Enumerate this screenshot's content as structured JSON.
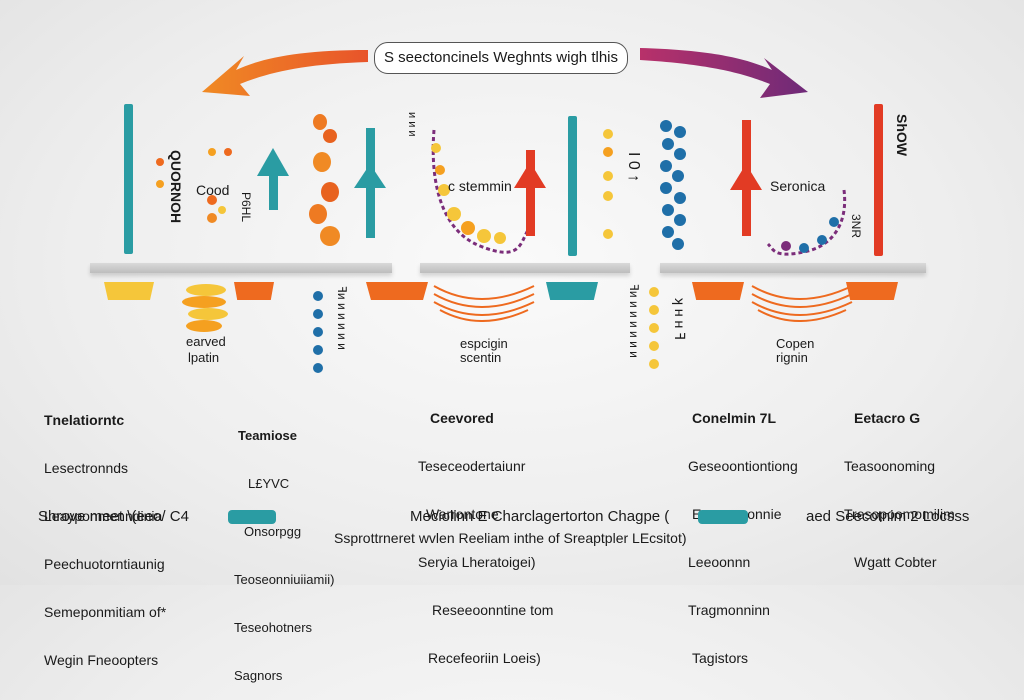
{
  "title": "S seectoncinels Weghnts wigh tlhis",
  "column_labels": {
    "col1_vertical": "QUORNOH",
    "col1_label": "Cood",
    "col1_small": "P6HL",
    "col2_label": "c stemmin",
    "col3_label": "Seronica",
    "col3_vertical": "ShOW",
    "col3_sub": "3NR"
  },
  "mid_labels": {
    "earved": "earved",
    "lpatin": "lpatin",
    "espcigin": "espcigin",
    "scentin": "scentin",
    "copen": "Copen",
    "rignin": "rignin"
  },
  "text_blocks": {
    "block1": [
      "Tnelatiorntc",
      "Lesectronnds",
      "Leayponmenndinia",
      "Peechuotorntiaunig",
      "Semeponmitiam of*",
      "Wegin Fneoopters"
    ],
    "block2": [
      "Teamiose",
      "L£YVC",
      "Onsorpgg",
      "Teoseonniuiiamii)",
      "Teseohotners",
      "Sagnors"
    ],
    "block3": [
      "Ceevored",
      "Teseceodertaiunr",
      "Warrontone",
      "Seryia Lheratoigei)",
      "Reseeoonntine tom",
      "Recefeoriin Loeis)"
    ],
    "block4": [
      "Conelmin 7L",
      "Geseoontiontiong",
      "Eseqmmonnie",
      "Leeoonnn",
      "Tragmonninn",
      "Tagistors"
    ],
    "block5": [
      "Eetacro G",
      "Teasoonoming",
      "Tresopoomomilim",
      "Wgatt Cobter"
    ]
  },
  "footer": {
    "left": "Shrove meet \\(eeo/ C4",
    "center": "Meciolinn E Charclagertorton Chagpe (",
    "right": "aed Seecotnim 2 Locsss",
    "bottom": "Ssprottrneret wvlen Reeliam inthe of Sreaptpler LEcsitot)"
  },
  "colors": {
    "orange": "#ee6a1f",
    "purple": "#7b2d7a",
    "teal": "#2a9ca3",
    "red": "#e23b24",
    "yellow": "#f5c63a",
    "blue": "#1f6fa8"
  },
  "icons": [
    "arrow-left-orange",
    "arrow-right-purple",
    "arrow-up-teal",
    "arrow-up-red"
  ]
}
